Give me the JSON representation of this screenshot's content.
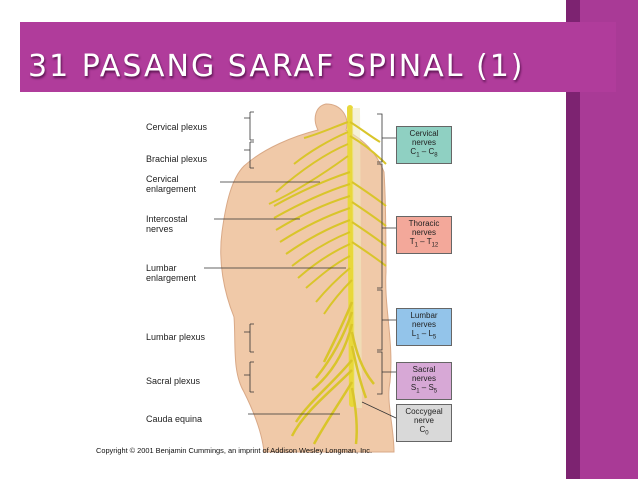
{
  "slide": {
    "title": "31 PASANG SARAF SPINAL (1)",
    "accent_color": "#b03c9b",
    "stripe_color": "#a93a96"
  },
  "figure": {
    "left_labels": {
      "cervical_plexus": "Cervical plexus",
      "brachial_plexus": "Brachial plexus",
      "cervical_enlargement_1": "Cervical",
      "cervical_enlargement_2": "enlargement",
      "intercostal_1": "Intercostal",
      "intercostal_2": "nerves",
      "lumbar_enlargement_1": "Lumbar",
      "lumbar_enlargement_2": "enlargement",
      "lumbar_plexus": "Lumbar plexus",
      "sacral_plexus": "Sacral plexus",
      "cauda_equina": "Cauda equina"
    },
    "right_boxes": {
      "cervical": {
        "l1": "Cervical",
        "l2": "nerves",
        "a": "C",
        "a_sub": "1",
        "sep": " – ",
        "b": "C",
        "b_sub": "8",
        "color": "#8fd0c2"
      },
      "thoracic": {
        "l1": "Thoracic",
        "l2": "nerves",
        "a": "T",
        "a_sub": "1",
        "sep": " – ",
        "b": "T",
        "b_sub": "12",
        "color": "#f3a89a"
      },
      "lumbar": {
        "l1": "Lumbar",
        "l2": "nerves",
        "a": "L",
        "a_sub": "1",
        "sep": " – ",
        "b": "L",
        "b_sub": "5",
        "color": "#93c4ea"
      },
      "sacral": {
        "l1": "Sacral",
        "l2": "nerves",
        "a": "S",
        "a_sub": "1",
        "sep": " – ",
        "b": "S",
        "b_sub": "5",
        "color": "#d7a8d6"
      },
      "coccygeal": {
        "l1": "Coccygeal",
        "l2": "nerve",
        "a": "C",
        "a_sub": "0",
        "color": "#d9d9d9"
      }
    },
    "copyright": "Copyright © 2001 Benjamin Cummings, an imprint of Addison Wesley Longman, Inc."
  }
}
